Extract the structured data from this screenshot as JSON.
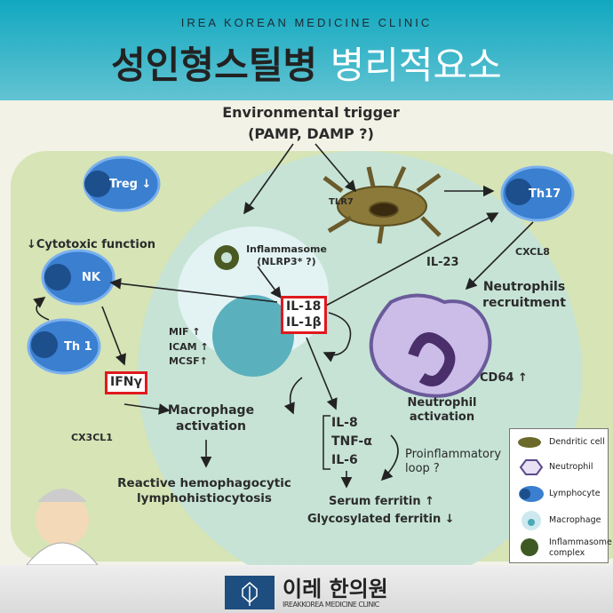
{
  "header": {
    "subtitle": "IREA KOREAN MEDICINE CLINIC",
    "title_dark": "성인형스틸병",
    "title_light": "병리적요소"
  },
  "diagram": {
    "trigger": "Environmental trigger",
    "trigger_sub": "(PAMP, DAMP ?)",
    "treg": "Treg ↓",
    "cytotoxic": "↓Cytotoxic function",
    "nk": "NK",
    "th1": "Th 1",
    "ifng": "IFNγ",
    "cx3cl1": "CX3CL1",
    "macrophage_activation": [
      "Macrophage",
      "activation"
    ],
    "rhl": [
      "Reactive hemophagocytic",
      "lymphohistiocytosis"
    ],
    "inflammasome": [
      "Inflammasome",
      "(NLRP3* ?)"
    ],
    "markers": [
      "MIF ↑",
      "ICAM ↑",
      "MCSF↑"
    ],
    "il18": "IL-18",
    "il1b": "IL-1β",
    "tlr7": "TLR7",
    "th17": "Th17",
    "il23": "IL-23",
    "cxcl8": "CXCL8",
    "neutrophils_recruitment": [
      "Neutrophils",
      "recruitment"
    ],
    "cd64": "CD64 ↑",
    "neutrophil_activation": [
      "Neutrophil",
      "activation"
    ],
    "cytokines": [
      "IL-8",
      "TNF-α",
      "IL-6"
    ],
    "loop": [
      "Proinflammatory",
      "loop ?"
    ],
    "serum_ferritin": "Serum ferritin ↑",
    "glyco_ferritin": "Glycosylated ferritin ↓"
  },
  "legend": [
    {
      "icon": "dendritic-cell-icon",
      "label": "Dendritic cell"
    },
    {
      "icon": "neutrophil-icon",
      "label": "Neutrophil"
    },
    {
      "icon": "lymphocyte-icon",
      "label": "Lymphocyte"
    },
    {
      "icon": "macrophage-icon",
      "label": "Macrophage"
    },
    {
      "icon": "inflammasome-icon",
      "label": "Inflammasome complex"
    }
  ],
  "footer": {
    "name_ko": "이레 한의원",
    "name_en": "IREAKKOREA MEDICINE CLINIC"
  },
  "colors": {
    "header": "#11a8c0",
    "highlight": "#e0191e",
    "cell": "#3a7fd0",
    "macrophage": "#5bb0bd",
    "neutrophil": "#cbbde8"
  }
}
